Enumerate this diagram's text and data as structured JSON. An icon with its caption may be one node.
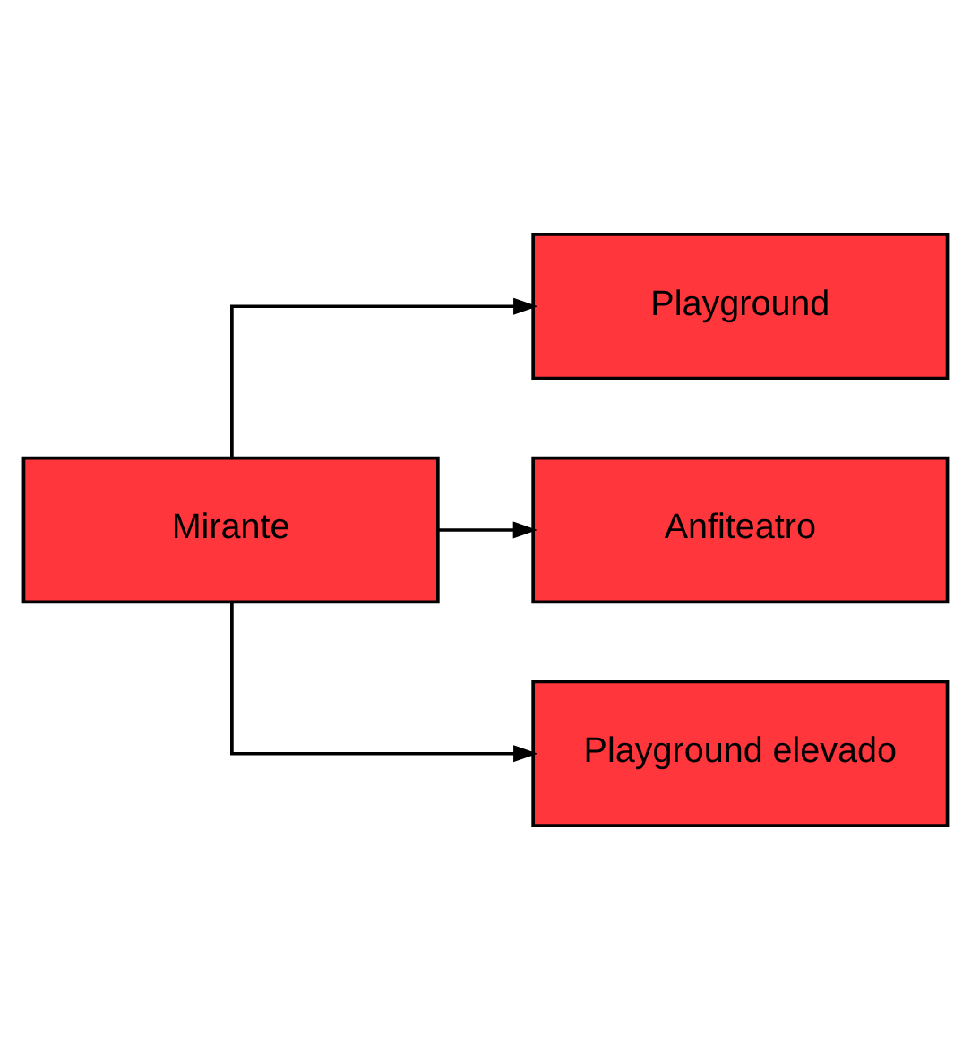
{
  "diagram": {
    "nodes": [
      {
        "text": [
          "Mirante"
        ]
      },
      {
        "text": [
          "Playground"
        ]
      },
      {
        "text": [
          "Anfiteatro"
        ]
      },
      {
        "text": [
          "Playground elevado"
        ]
      }
    ],
    "edges": [
      {
        "from": 0,
        "to": 1,
        "arrow": "to"
      },
      {
        "from": 0,
        "to": 2,
        "arrow": "to"
      },
      {
        "from": 0,
        "to": 3,
        "arrow": "to"
      }
    ]
  }
}
